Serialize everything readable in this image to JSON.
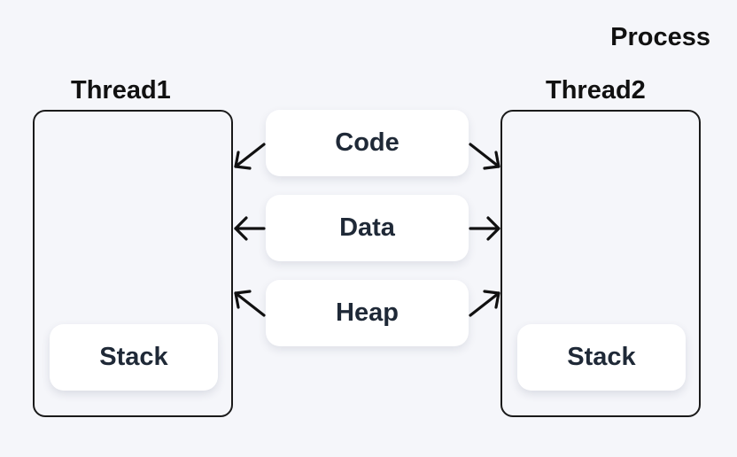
{
  "process": {
    "label": "Process"
  },
  "threads": [
    {
      "title": "Thread1",
      "stack_label": "Stack"
    },
    {
      "title": "Thread2",
      "stack_label": "Stack"
    }
  ],
  "shared": [
    {
      "label": "Code"
    },
    {
      "label": "Data"
    },
    {
      "label": "Heap"
    }
  ],
  "colors": {
    "background": "#f5f6fa",
    "box_border": "#1a1a1a",
    "card": "#ffffff",
    "text": "#1f2937",
    "heading": "#111111"
  }
}
